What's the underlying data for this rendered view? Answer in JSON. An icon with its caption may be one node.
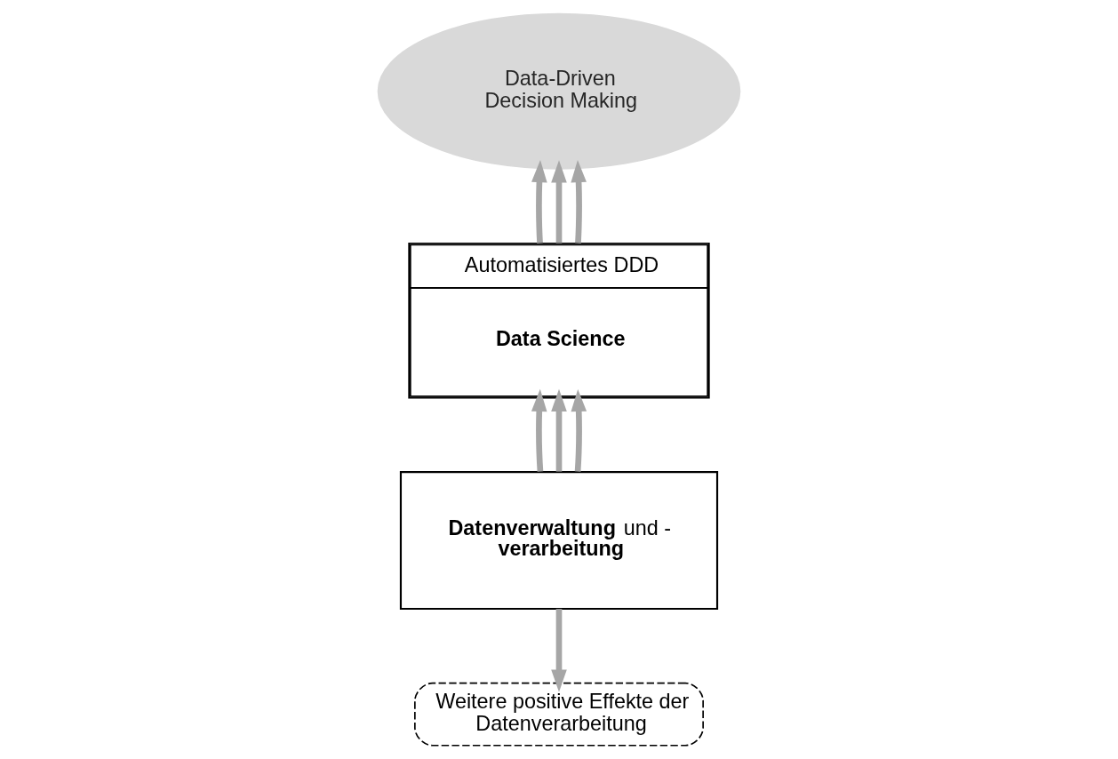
{
  "diagram": {
    "nodes": [
      {
        "text": [
          "Data-Driven Decision Making"
        ]
      },
      {
        "text": [
          "Automatisiertes DDD",
          "Data Science"
        ]
      },
      {
        "text": [
          "**Datenverwaltung** und - **verarbeitung**"
        ]
      },
      {
        "text": [
          "Weitere positive Effekte der Datenverarbeitung"
        ]
      }
    ],
    "edges": [
      {
        "from": 2,
        "to": 1,
        "arrow": "to"
      },
      {
        "from": 2,
        "to": 1,
        "arrow": "to"
      },
      {
        "from": 2,
        "to": 1,
        "arrow": "to"
      },
      {
        "from": 1,
        "to": 0,
        "arrow": "to"
      },
      {
        "from": 1,
        "to": 0,
        "arrow": "to"
      },
      {
        "from": 1,
        "to": 0,
        "arrow": "to"
      },
      {
        "from": 2,
        "to": 3,
        "arrow": "to"
      }
    ]
  }
}
